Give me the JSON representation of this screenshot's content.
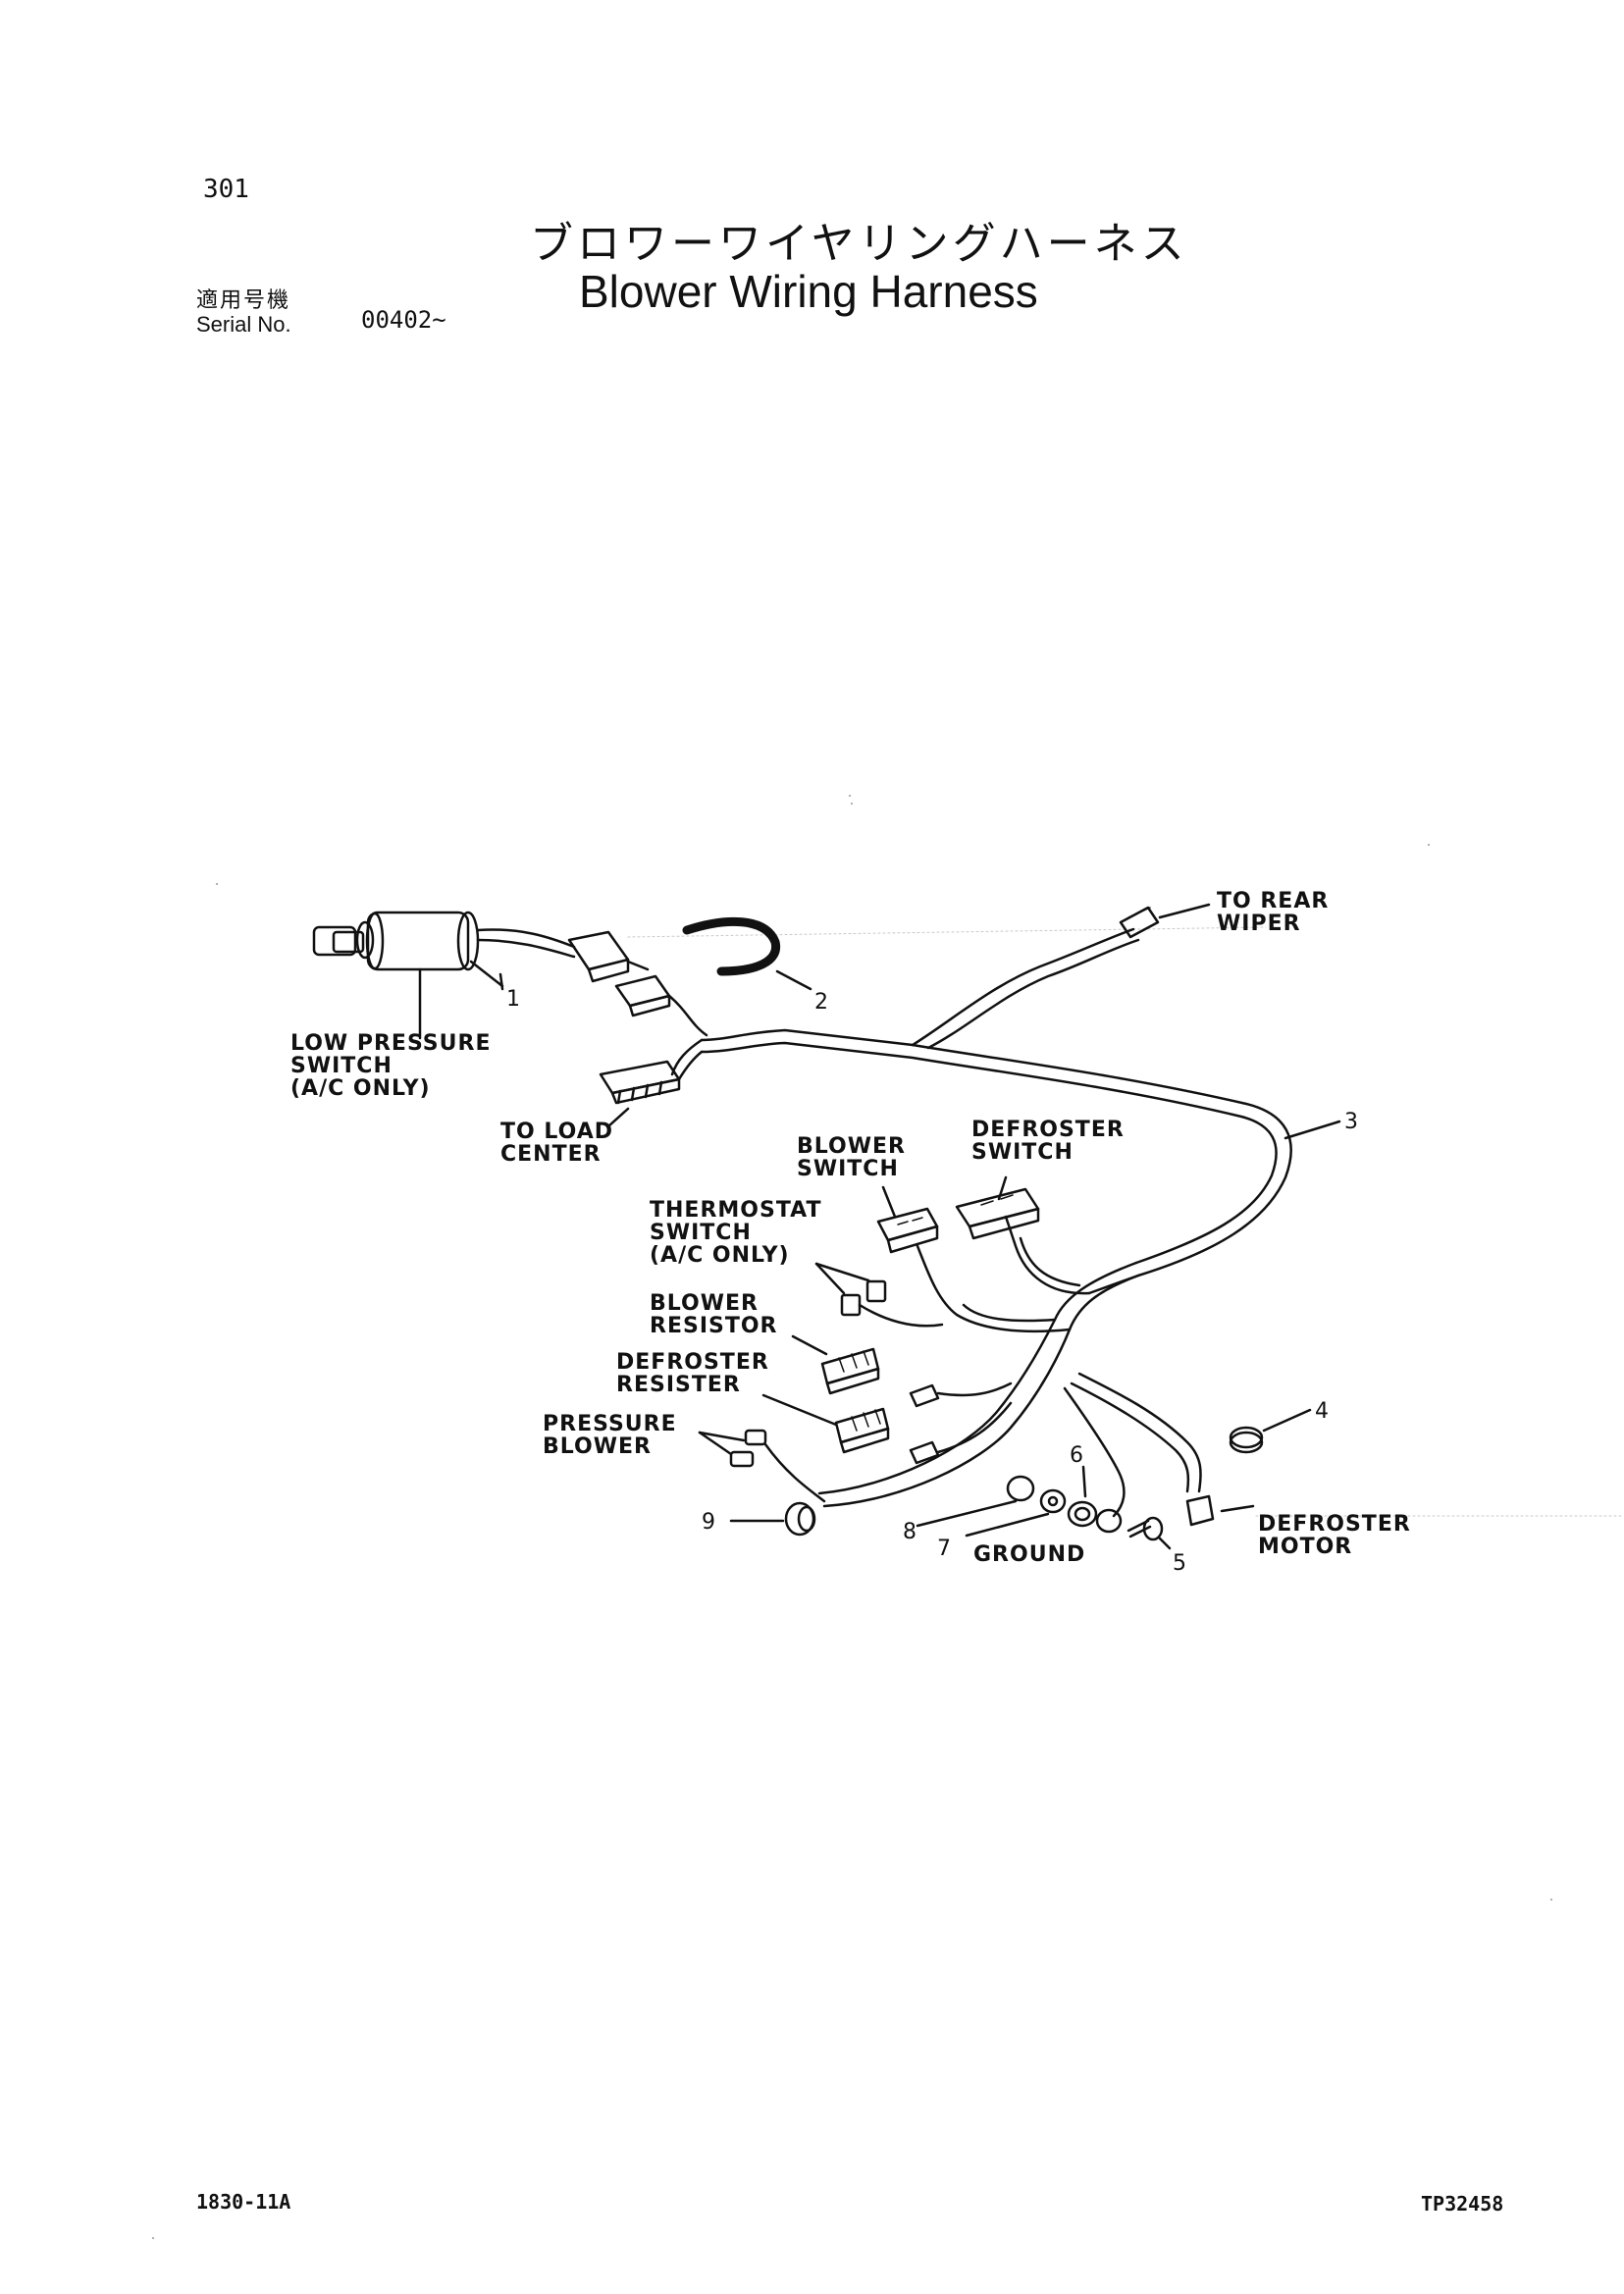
{
  "page_number": "301",
  "title_jp": "ブロワーワイヤリングハーネス",
  "title_en": "Blower Wiring Harness",
  "serial": {
    "label_jp": "適用号機",
    "label_en": "Serial No.",
    "value": "00402~"
  },
  "labels": {
    "low_pressure": [
      "LOW PRESSURE",
      "SWITCH",
      "(A/C ONLY)"
    ],
    "to_load": [
      "TO LOAD",
      "CENTER"
    ],
    "to_rear": [
      "TO REAR",
      "WIPER"
    ],
    "blower_switch": [
      "BLOWER",
      "SWITCH"
    ],
    "defroster_switch": [
      "DEFROSTER",
      "SWITCH"
    ],
    "thermostat": [
      "THERMOSTAT",
      "SWITCH",
      "(A/C ONLY)"
    ],
    "blower_resistor": [
      "BLOWER",
      "RESISTOR"
    ],
    "defroster_resister": [
      "DEFROSTER",
      "RESISTER"
    ],
    "pressure_blower": [
      "PRESSURE",
      "BLOWER"
    ],
    "ground": "GROUND",
    "defroster_motor": [
      "DEFROSTER",
      "MOTOR"
    ]
  },
  "callouts": [
    "1",
    "2",
    "3",
    "4",
    "5",
    "6",
    "7",
    "8",
    "9"
  ],
  "footer_left": "1830-11A",
  "footer_right": "TP32458"
}
